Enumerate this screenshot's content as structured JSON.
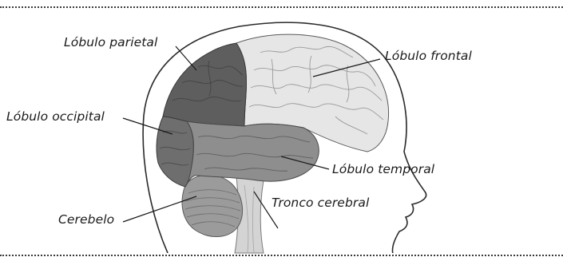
{
  "labels": {
    "parietal": "Lóbulo parietal",
    "frontal": "Lóbulo frontal",
    "occipital": "Lóbulo occipital",
    "temporal": "Lóbulo temporal",
    "cerebelo": "Cerebelo",
    "tronco": "Tronco cerebral"
  },
  "colors": {
    "frontal_lobe": "#e6e6e6",
    "parietal_lobe": "#5e5e5e",
    "occipital_lobe": "#6e6e6e",
    "temporal_lobe": "#8e8e8e",
    "cerebellum": "#9b9b9b",
    "brainstem": "#d4d4d4",
    "outline": "#2a2a2a"
  }
}
